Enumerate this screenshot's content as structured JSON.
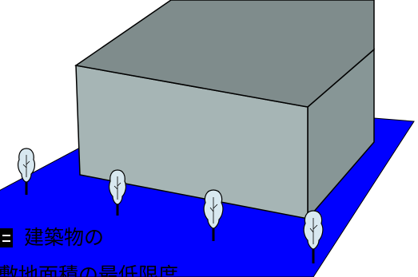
{
  "diagram": {
    "caption_line_1": "建築物の",
    "caption_line_2": "敷地面積の最低限度",
    "colors": {
      "ground": "#0000ff",
      "building_top": "#7f8c8c",
      "building_front": "#a6b5b5",
      "building_side": "#879696",
      "outline": "#000000",
      "tree_foliage": "#d8e8f0",
      "tree_trunk": "#000000"
    },
    "icons": [
      "ground-plane",
      "building-block",
      "tree-icon",
      "list-marker-icon"
    ]
  }
}
